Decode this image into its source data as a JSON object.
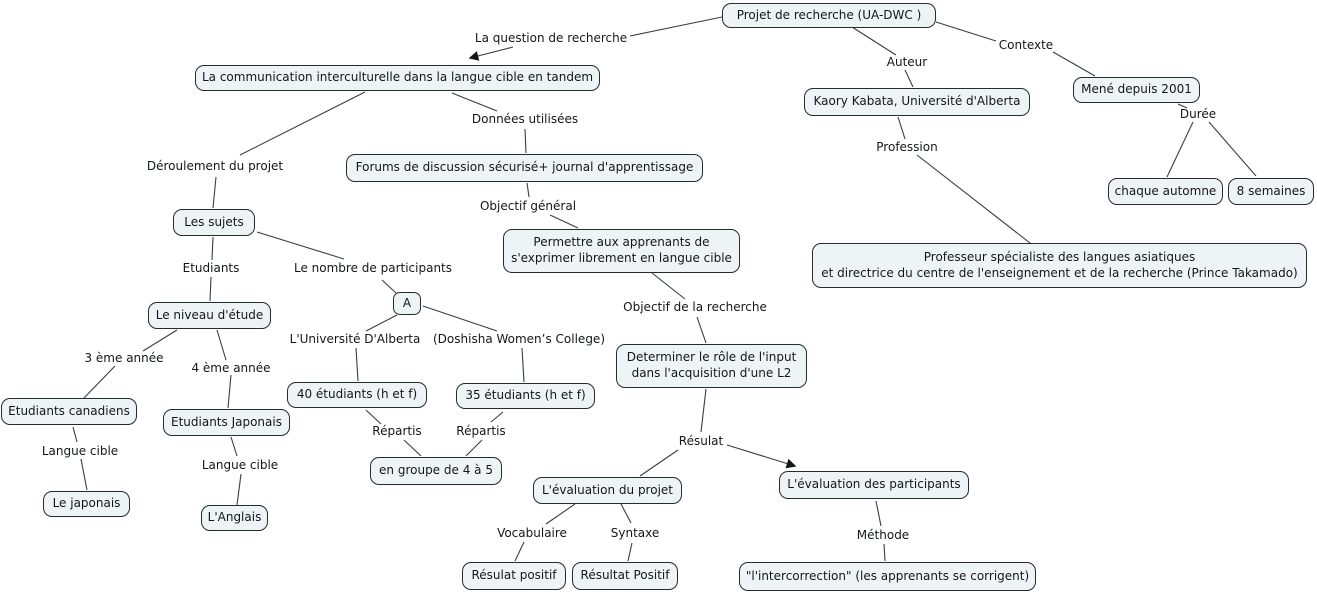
{
  "map_title": "Projet de recherche (UA-DWC )",
  "colors": {
    "node_fill": "#eef4f6",
    "node_border": "#242b31",
    "edge": "#3a3e42",
    "background": "#ffffff"
  },
  "nodes": {
    "projet": "Projet de recherche (UA-DWC )",
    "communication": "La communication interculturelle dans la langue cible en tandem",
    "kaory": "Kaory Kabata, Université d'Alberta",
    "mene": "Mené depuis 2001",
    "chaque": "chaque automne",
    "semaines": "8 semaines",
    "forums": "Forums de discussion sécurisé+ journal d'apprentissage",
    "permettre": "Permettre aux apprenants de\ns'exprimer librement en langue cible",
    "sujets": "Les sujets",
    "niveau": "Le niveau d'étude",
    "canadiens": "Etudiants canadiens",
    "japonaisEtu": "Etudiants Japonais",
    "lejaponais": "Le japonais",
    "anglais": "L'Anglais",
    "aNode": "A",
    "et40": "40 étudiants (h et f)",
    "et35": "35 étudiants (h et f)",
    "groupe": "en groupe de 4 à 5",
    "determiner": "Determiner le rôle de l'input\ndans l'acquisition d'une L2",
    "evalProjet": "L'évaluation du projet",
    "evalParticipants": "L'évaluation des participants",
    "resPositif1": "Résulat positif",
    "resPositif2": "Résultat Positif",
    "intercorrection": "\"l'intercorrection\" (les apprenants se corrigent)",
    "professeur": "Professeur spécialiste des langues asiatiques\net directrice du centre de l'enseignement et de la recherche (Prince Takamado)"
  },
  "labels": {
    "question": "La question de recherche",
    "auteur": "Auteur",
    "contexte": "Contexte",
    "duree": "Durée",
    "profession": "Profession",
    "donnees": "Données utilisées",
    "objGeneral": "Objectif général",
    "deroulement": "Déroulement du projet",
    "etudiants": "Etudiants",
    "nombre": "Le nombre de participants",
    "annee3": "3 ème année",
    "annee4": "4 ème année",
    "univAlberta": "L'Université D'Alberta",
    "doshisha": "(Doshisha Women’s College)",
    "repartis1": "Répartis",
    "repartis2": "Répartis",
    "objRecherche": "Objectif de la recherche",
    "resulat": "Résulat",
    "vocabulaire": "Vocabulaire",
    "syntaxe": "Syntaxe",
    "methode": "Méthode",
    "langueCible1": "Langue cible",
    "langueCible2": "Langue cible"
  }
}
